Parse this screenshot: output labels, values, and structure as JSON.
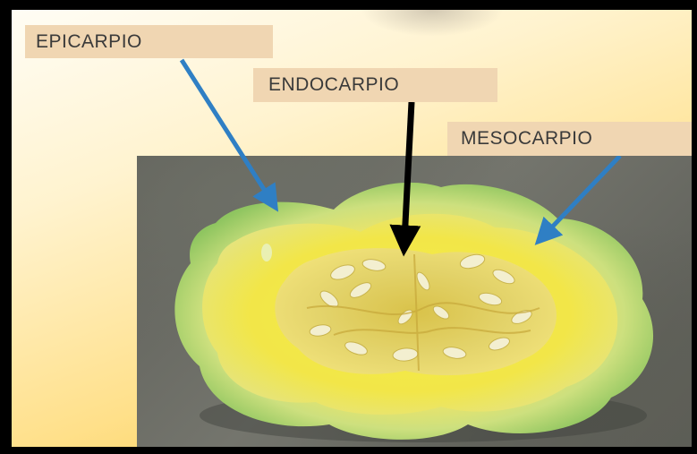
{
  "labels": {
    "epicarpio": "EPICARPIO",
    "endocarpio": "ENDOCARPIO",
    "mesocarpio": "MESOCARPIO"
  },
  "colors": {
    "frame": "#000000",
    "label_background": "#f0d6b2",
    "label_text": "#3a3a3a",
    "arrow_blue": "#2f7fc4",
    "arrow_black": "#000000",
    "rind_green": "#9ccf63",
    "flesh_yellow": "#f3e84a"
  }
}
